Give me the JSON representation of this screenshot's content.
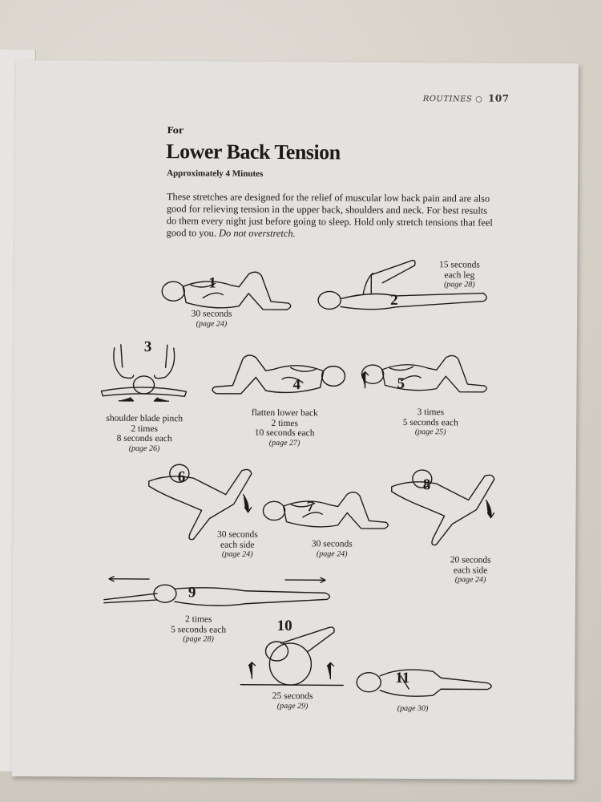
{
  "header": {
    "section": "ROUTINES",
    "separator": "○",
    "page_number": "107"
  },
  "title": {
    "prefix": "For",
    "main": "Lower Back Tension",
    "duration": "Approximately 4 Minutes"
  },
  "intro": {
    "text": "These stretches are designed for the relief of muscular low back pain and are also good for relieving tension in the upper back, shoulders and neck. For best results do them every night just before going to sleep. Hold only stretch tensions that feel good to you.",
    "emphasis": "Do not overstretch."
  },
  "exercises": [
    {
      "number": "1",
      "lines": [
        "30 seconds"
      ],
      "page": "(page 24)"
    },
    {
      "number": "2",
      "lines": [
        "15 seconds",
        "each leg"
      ],
      "page": "(page 28)"
    },
    {
      "number": "3",
      "lines": [
        "shoulder blade pinch",
        "2 times",
        "8 seconds each"
      ],
      "page": "(page 26)"
    },
    {
      "number": "4",
      "lines": [
        "flatten lower back",
        "2 times",
        "10 seconds each"
      ],
      "page": "(page 27)"
    },
    {
      "number": "5",
      "lines": [
        "3 times",
        "5 seconds each"
      ],
      "page": "(page 25)"
    },
    {
      "number": "6",
      "lines": [
        "30 seconds",
        "each side"
      ],
      "page": "(page 24)"
    },
    {
      "number": "7",
      "lines": [
        "30 seconds"
      ],
      "page": "(page 24)"
    },
    {
      "number": "8",
      "lines": [
        "20 seconds",
        "each side"
      ],
      "page": "(page 24)"
    },
    {
      "number": "9",
      "lines": [
        "2 times",
        "5 seconds each"
      ],
      "page": "(page 28)"
    },
    {
      "number": "10",
      "lines": [
        "25 seconds"
      ],
      "page": "(page 29)"
    },
    {
      "number": "11",
      "lines": [],
      "page": "(page 30)"
    }
  ]
}
